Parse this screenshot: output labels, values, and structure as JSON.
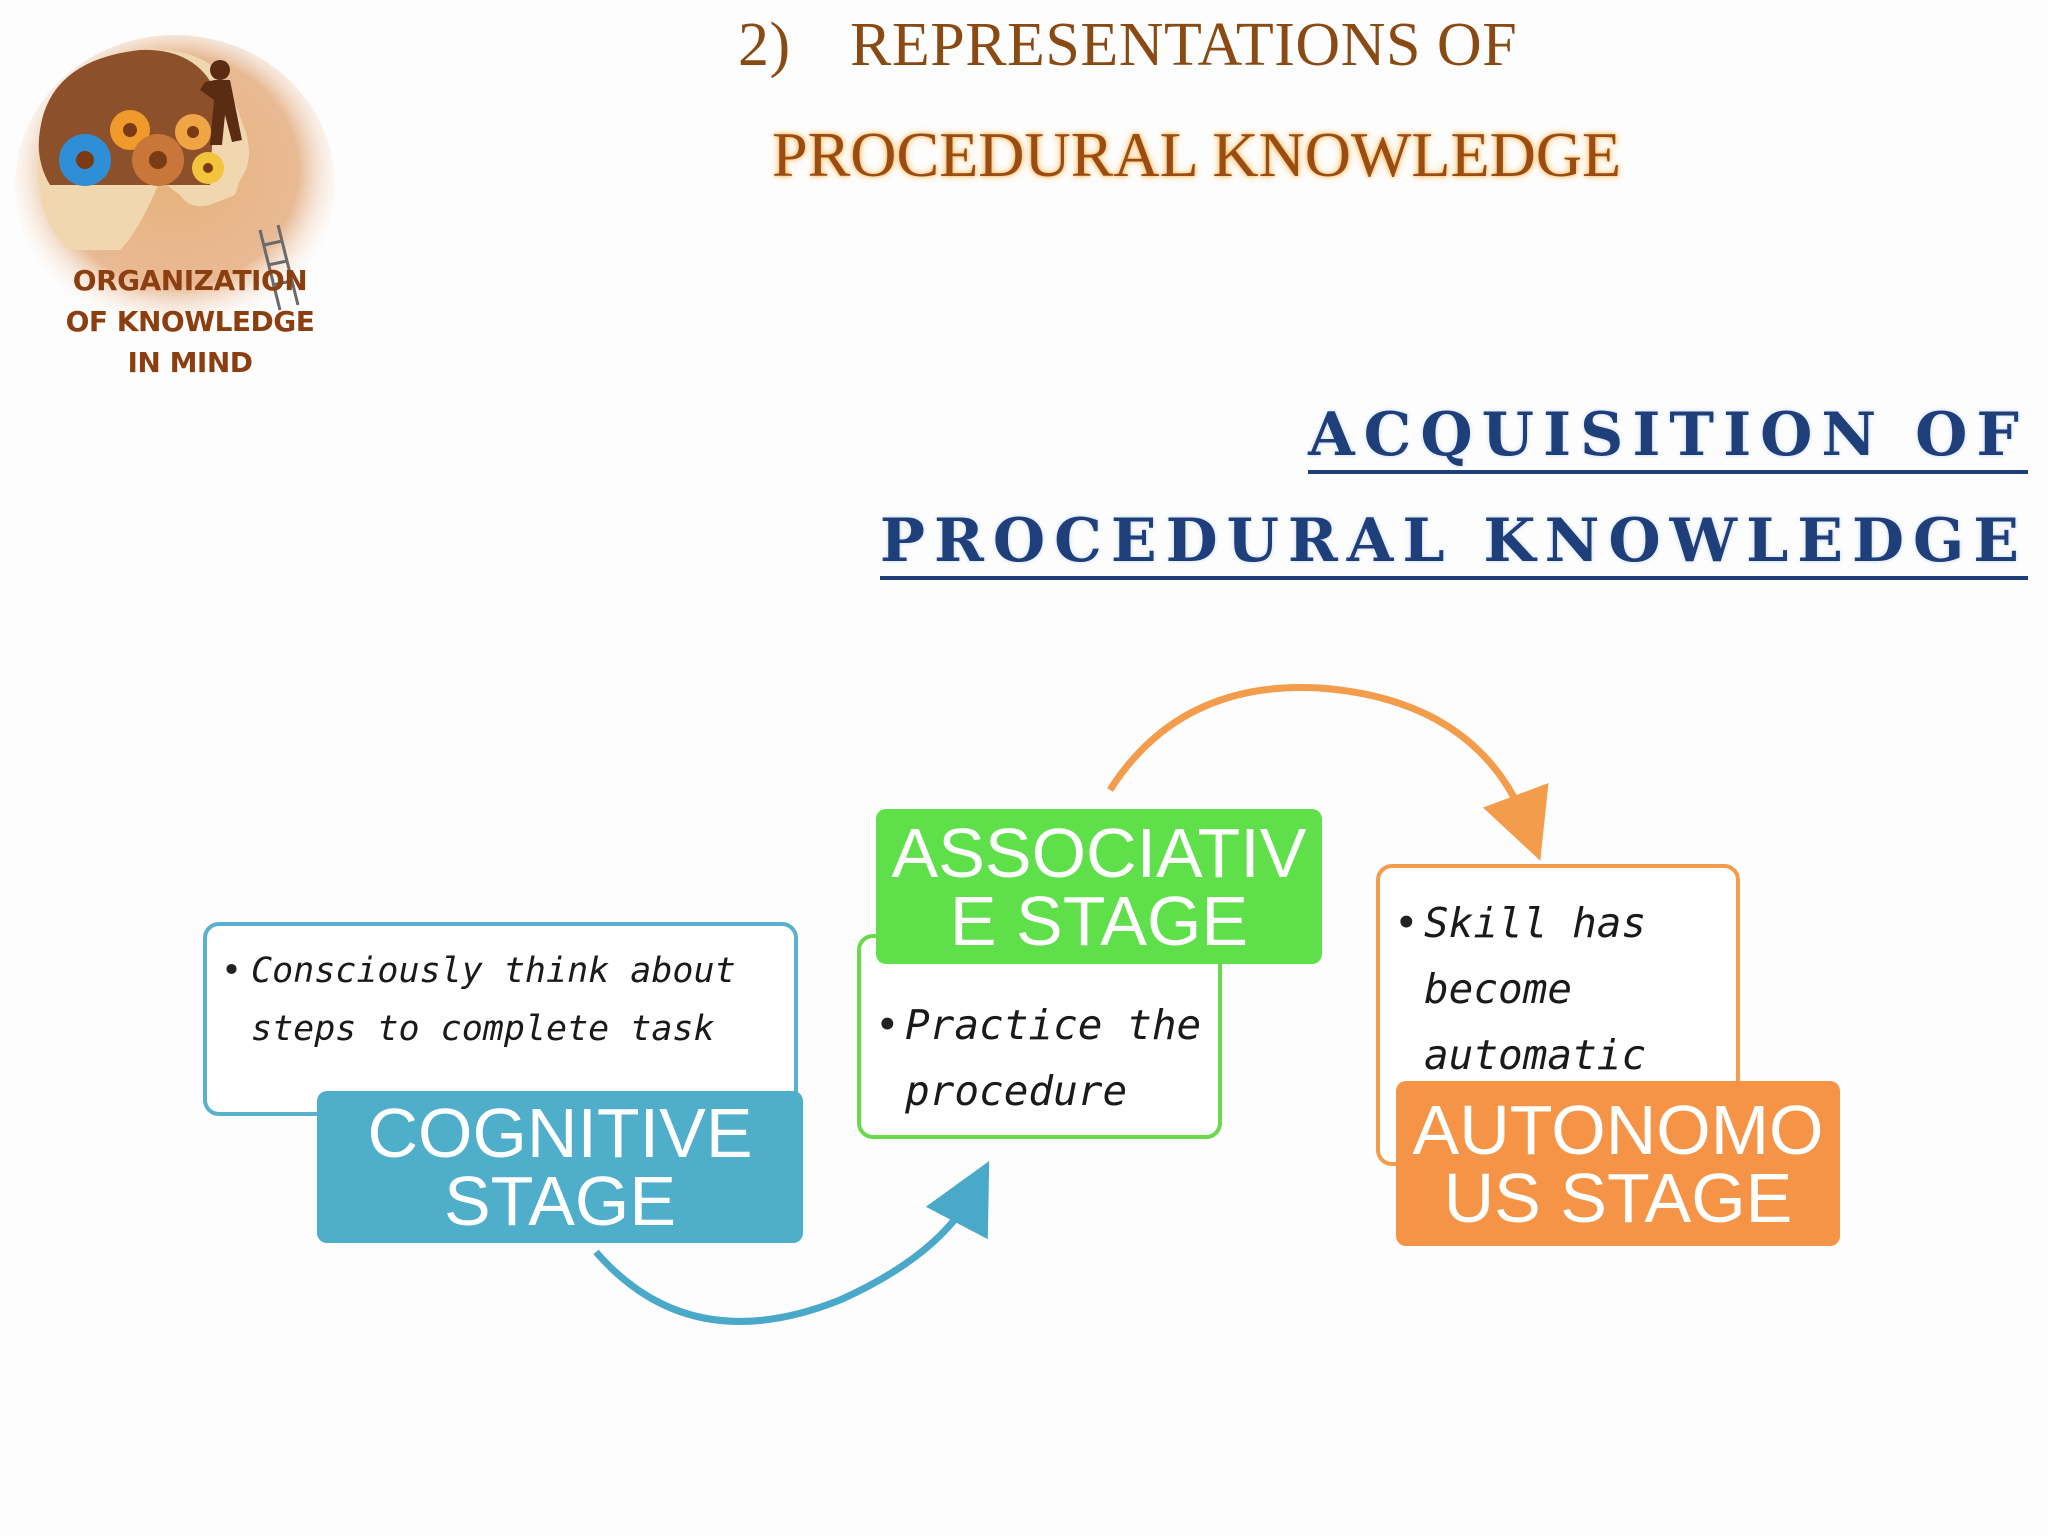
{
  "logo": {
    "lines": [
      "ORGANIZATION",
      "OF KNOWLEDGE",
      "IN MIND"
    ]
  },
  "title": {
    "number": "2)",
    "line1": "REPRESENTATIONS OF",
    "line2": "PROCEDURAL KNOWLEDGE"
  },
  "subtitle": {
    "line1": "ACQUISITION OF",
    "line2": "PROCEDURAL KNOWLEDGE"
  },
  "stages": [
    {
      "label_lines": [
        "COGNITIVE",
        "STAGE"
      ],
      "note_lines": [
        "Consciously think about",
        "steps to complete task"
      ],
      "color": "#4faec9"
    },
    {
      "label_lines": [
        "ASSOCIATIV",
        "E STAGE"
      ],
      "note_lines": [
        "Practice the",
        "procedure"
      ],
      "color": "#5fe04b"
    },
    {
      "label_lines": [
        "AUTONOMO",
        "US STAGE"
      ],
      "note_lines": [
        "Skill has",
        "become",
        "automatic"
      ],
      "color": "#f59447"
    }
  ],
  "colors": {
    "title": "#8a4a14",
    "subtitle": "#1e3f7a",
    "arrow_blue": "#4aa8c8",
    "arrow_orange": "#f39d4c"
  }
}
